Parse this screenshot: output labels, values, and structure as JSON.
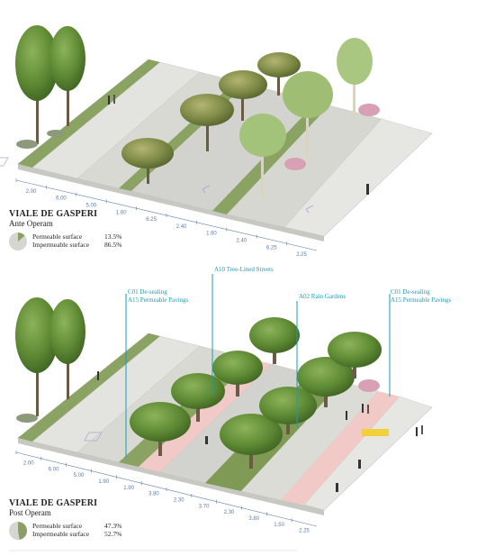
{
  "ante": {
    "title": "VIALE DE GASPERI",
    "subtitle": "Ante Operam",
    "permeable_label": "Permeable surface",
    "permeable_value": "13.5%",
    "impermeable_label": "Impermeable surface",
    "impermeable_value": "86.5%",
    "permeable_share": 0.135,
    "dimensions": [
      "2.00",
      "6.00",
      "5.00",
      "1.60",
      "6.25",
      "2.40",
      "1.60",
      "2.40",
      "6.25",
      "2.25"
    ]
  },
  "post": {
    "title": "VIALE DE GASPERI",
    "subtitle": "Post Operam",
    "permeable_label": "Permeable surface",
    "permeable_value": "47.3%",
    "impermeable_label": "Impermeable surface",
    "impermeable_value": "52.7%",
    "permeable_share": 0.473,
    "dimensions": [
      "2.00",
      "6.00",
      "5.00",
      "1.90",
      "1.90",
      "3.80",
      "2.30",
      "3.70",
      "2.30",
      "3.80",
      "1.50",
      "2.25"
    ],
    "annotations": {
      "a10": "A10 Tree-Lined Streets",
      "c01_left_1": "C01 De-sealing",
      "c01_left_2": "A15  Permeable Pavings",
      "a02": "A02 Rain Gardens",
      "c01_right_1": "C01 De-sealing",
      "c01_right_2": "A15  Permeable Pavings"
    }
  },
  "colors": {
    "grass": "#8aa363",
    "paving": "#e3e3df",
    "road": "#d2d2ce",
    "bike_lane": "#f1c9c6",
    "tree_canopy": "#5f8a35",
    "pie_permeable": "#8b9e65",
    "pie_impermeable": "#d6d6d0",
    "annotation": "#1a9bb8",
    "dimension": "#5b7ea8"
  }
}
